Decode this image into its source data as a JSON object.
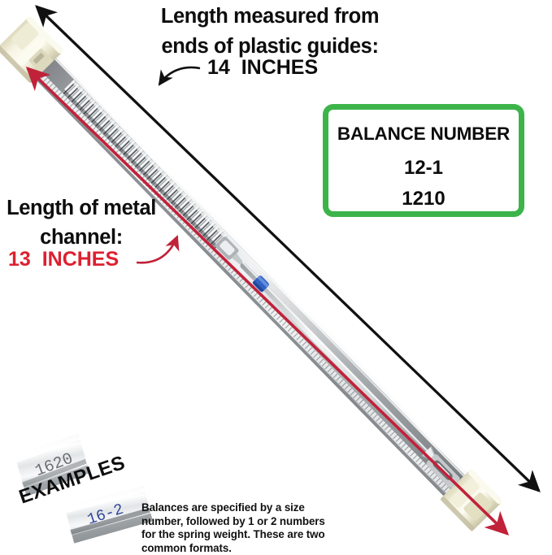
{
  "meta": {
    "product": "window balance spring",
    "accent_green": "#3CB44A",
    "accent_red": "#DD2030",
    "arrow_red": "#C0223A",
    "arrow_black": "#111111"
  },
  "annotations": {
    "top_label_line1": "Length measured from",
    "top_label_line2": "ends of plastic guides:",
    "top_value": "14  INCHES",
    "left_label_line1": "Length of metal",
    "left_label_line2": "channel:",
    "left_value": "13  INCHES"
  },
  "card": {
    "title": "BALANCE NUMBER",
    "line1": "12-1",
    "line2": "1210"
  },
  "examples": {
    "word": "EXAMPLES",
    "clip_top_number": "1620",
    "clip_bottom_number": "16-2",
    "blurb_line1": "Balances are specified by a size",
    "blurb_line2": "number, followed by 1 or 2 numbers",
    "blurb_line3": "for the spring weight. These are two",
    "blurb_line4": "common formats."
  },
  "icons": {
    "black_arrow": "double-headed-measurement-arrow-black",
    "red_arrow": "double-headed-measurement-arrow-red",
    "curved_black": "curved-pointer-arrow-black",
    "curved_red": "curved-pointer-arrow-red"
  }
}
